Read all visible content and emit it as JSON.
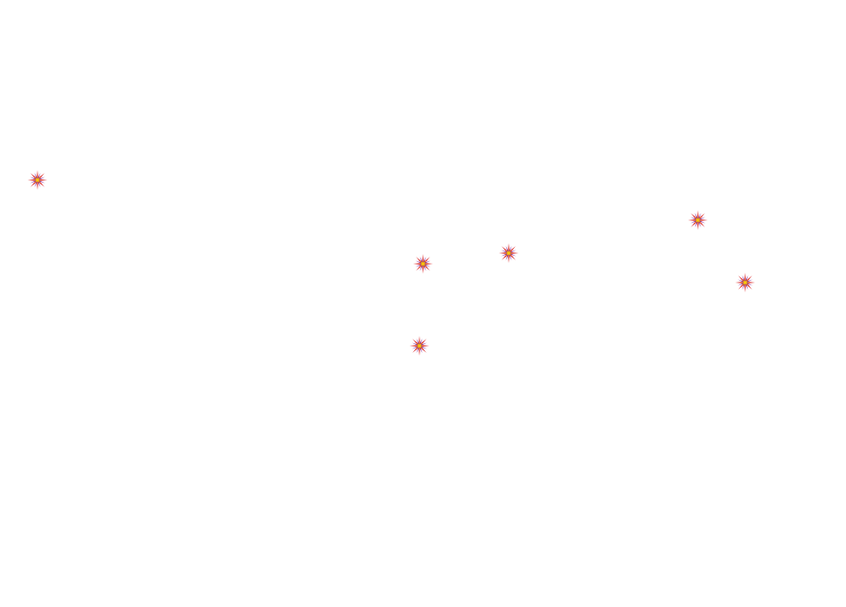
{
  "map": {
    "background_color": "#ffffff",
    "marker_style": {
      "icon": "starburst-marker-icon",
      "outer_color": "#d40000",
      "ray_color": "#7b1fa2",
      "inner_color": "#ffcc00"
    },
    "markers": [
      {
        "id": "marker-1"
      },
      {
        "id": "marker-2"
      },
      {
        "id": "marker-3"
      },
      {
        "id": "marker-4"
      },
      {
        "id": "marker-5"
      },
      {
        "id": "marker-6"
      }
    ]
  }
}
